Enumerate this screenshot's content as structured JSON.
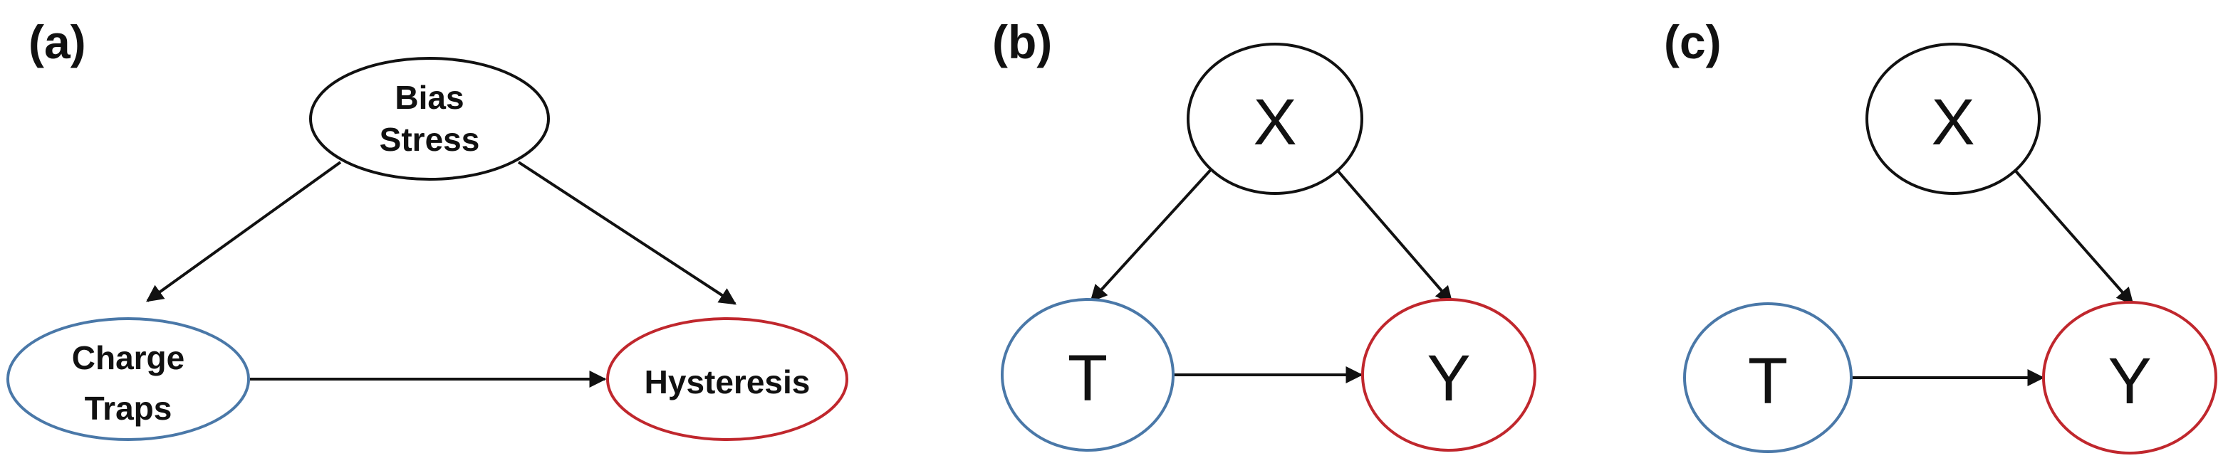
{
  "colors": {
    "default_stroke": "#111111",
    "treatment_stroke": "#4a78a8",
    "outcome_stroke": "#c0272d"
  },
  "panels": [
    {
      "label": "(a)",
      "nodes": {
        "confounder": {
          "lines": [
            "Bias",
            "Stress"
          ],
          "role": "default"
        },
        "treatment": {
          "lines": [
            "Charge",
            "Traps"
          ],
          "role": "treatment"
        },
        "outcome": {
          "lines": [
            "Hysteresis"
          ],
          "role": "outcome"
        }
      }
    },
    {
      "label": "(b)",
      "nodes": {
        "confounder": {
          "lines": [
            "X"
          ],
          "role": "default"
        },
        "treatment": {
          "lines": [
            "T"
          ],
          "role": "treatment"
        },
        "outcome": {
          "lines": [
            "Y"
          ],
          "role": "outcome"
        }
      }
    },
    {
      "label": "(c)",
      "nodes": {
        "confounder": {
          "lines": [
            "X"
          ],
          "role": "default"
        },
        "treatment": {
          "lines": [
            "T"
          ],
          "role": "treatment"
        },
        "outcome": {
          "lines": [
            "Y"
          ],
          "role": "outcome"
        }
      }
    }
  ]
}
